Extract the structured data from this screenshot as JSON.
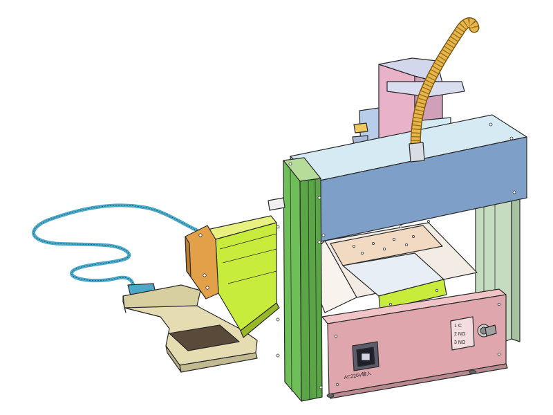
{
  "panel_labels": {
    "switch_1": "1 C",
    "switch_2": "2 NO",
    "switch_3": "3 NO",
    "power_input": "AC220V输入"
  },
  "colors": {
    "background": "#ffffff",
    "gantry_beam": "#7d9fc8",
    "gantry_beam_top": "#d6eaf4",
    "left_column": "#6fbf58",
    "right_column": "#c6dcc0",
    "front_panel": "#dfa7ad",
    "x_axis_rail": "#c8ec3c",
    "end_cap": "#e2a048",
    "table_plate": "#f1d9c2",
    "z_carriage": "#e8b3c8",
    "hose": "#e8b64a",
    "cable": "#4aa8c8",
    "teach_pendant": "#d8cfa0",
    "pendant_screen": "#5a4a3a"
  }
}
